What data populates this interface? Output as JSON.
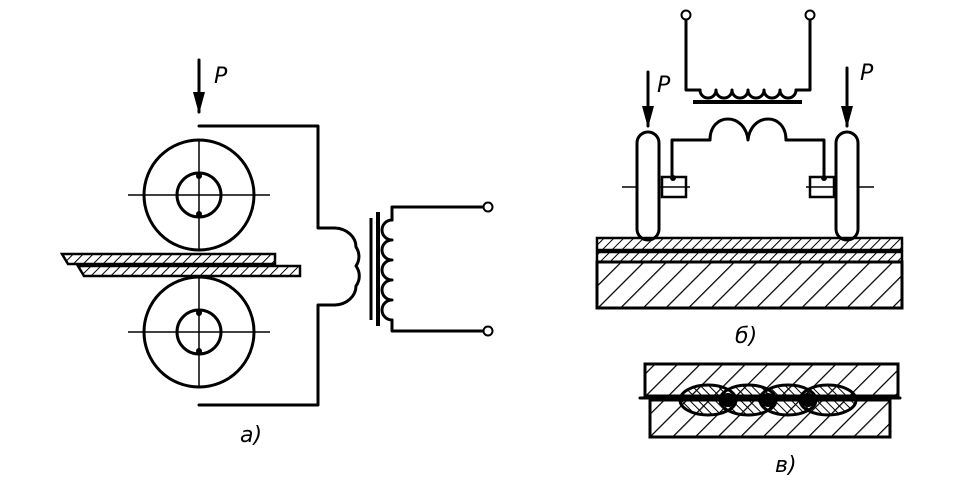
{
  "labels": {
    "force_left": "P",
    "force_mid": "P",
    "force_right": "P",
    "caption_a": "а)",
    "caption_b": "б)",
    "caption_v": "в)"
  },
  "colors": {
    "ink": "#000000",
    "paper": "#ffffff"
  }
}
